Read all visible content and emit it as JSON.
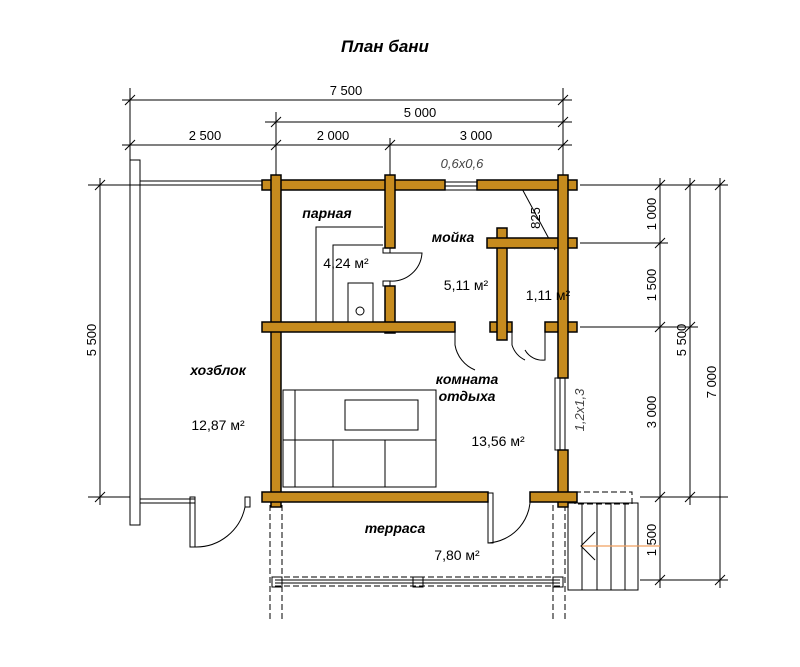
{
  "title": "План бани",
  "colors": {
    "wall": "#C68B1E",
    "arrow": "#F0A060"
  },
  "dimensions": {
    "total_width": "7 500",
    "house_width": "5 000",
    "hozblok_width": "2 500",
    "parnaya_width": "2 000",
    "moika_width": "3 000",
    "left_height": "5 500",
    "right_chain": [
      "1 000",
      "1 500",
      "3 000",
      "1 500"
    ],
    "right_house": "5 500",
    "right_total": "7 000",
    "niche": "825"
  },
  "windows": {
    "top": "0,6x0,6",
    "right": "1,2x1,3"
  },
  "rooms": [
    {
      "name": "парная",
      "area": "4,24 м²"
    },
    {
      "name": "мойка",
      "area": "5,11 м²"
    },
    {
      "name": "",
      "area": "1,11 м²"
    },
    {
      "name": "комната",
      "name2": "отдыха",
      "area": "13,56 м²"
    },
    {
      "name": "хозблок",
      "area": "12,87 м²"
    },
    {
      "name": "терраса",
      "area": "7,80 м²"
    }
  ]
}
